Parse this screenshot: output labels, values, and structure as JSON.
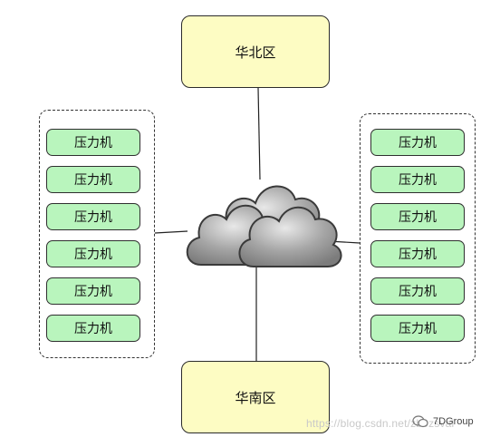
{
  "regions": {
    "north": "华北区",
    "south": "华南区"
  },
  "left_group": {
    "machines": [
      "压力机",
      "压力机",
      "压力机",
      "压力机",
      "压力机",
      "压力机"
    ]
  },
  "right_group": {
    "machines": [
      "压力机",
      "压力机",
      "压力机",
      "压力机",
      "压力机",
      "压力机"
    ]
  },
  "cloud": {
    "icon": "cloud-icon"
  },
  "watermark": {
    "text": "https://blog.csdn.net/zb0zsvai",
    "brand": "7DGroup",
    "brand_icon": "wechat-icon"
  },
  "colors": {
    "region_fill": "#fdfcc3",
    "machine_fill": "#b9f5bd",
    "cloud": "#9a9a9a"
  }
}
